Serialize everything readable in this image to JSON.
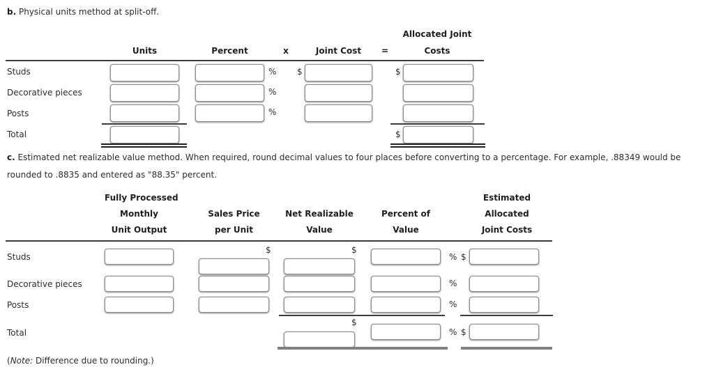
{
  "section_b": {
    "label": "b.",
    "title": "Physical units method at split-off.",
    "col_units": "Units",
    "col_percent": "Percent",
    "op_multiply": "x",
    "col_joint_cost": "Joint Cost",
    "op_equals": "=",
    "col_allocated_1": "Allocated Joint",
    "col_allocated_2": "Costs",
    "rows": [
      {
        "label": "Studs"
      },
      {
        "label": "Decorative pieces"
      },
      {
        "label": "Posts"
      }
    ],
    "total_label": "Total",
    "percent": "%",
    "dollar": "$"
  },
  "section_c": {
    "label": "c.",
    "title": "Estimated net realizable value method. When required, round decimal values to four places before converting to a percentage. For example, .88349 would be rounded to .8835 and entered as \"88.35\" percent.",
    "col1": [
      "Fully Processed",
      "Monthly",
      "Unit Output"
    ],
    "col2": [
      "Sales Price",
      "per Unit"
    ],
    "col3": [
      "Net Realizable",
      "Value"
    ],
    "col4": [
      "Percent of",
      "Value"
    ],
    "col5": [
      "Estimated",
      "Allocated",
      "Joint Costs"
    ],
    "rows": [
      {
        "label": "Studs"
      },
      {
        "label": "Decorative pieces"
      },
      {
        "label": "Posts"
      }
    ],
    "total_label": "Total",
    "percent": "%",
    "dollar": "$",
    "note_open": "(",
    "note_word": "Note:",
    "note_rest": " Difference due to rounding.)"
  }
}
